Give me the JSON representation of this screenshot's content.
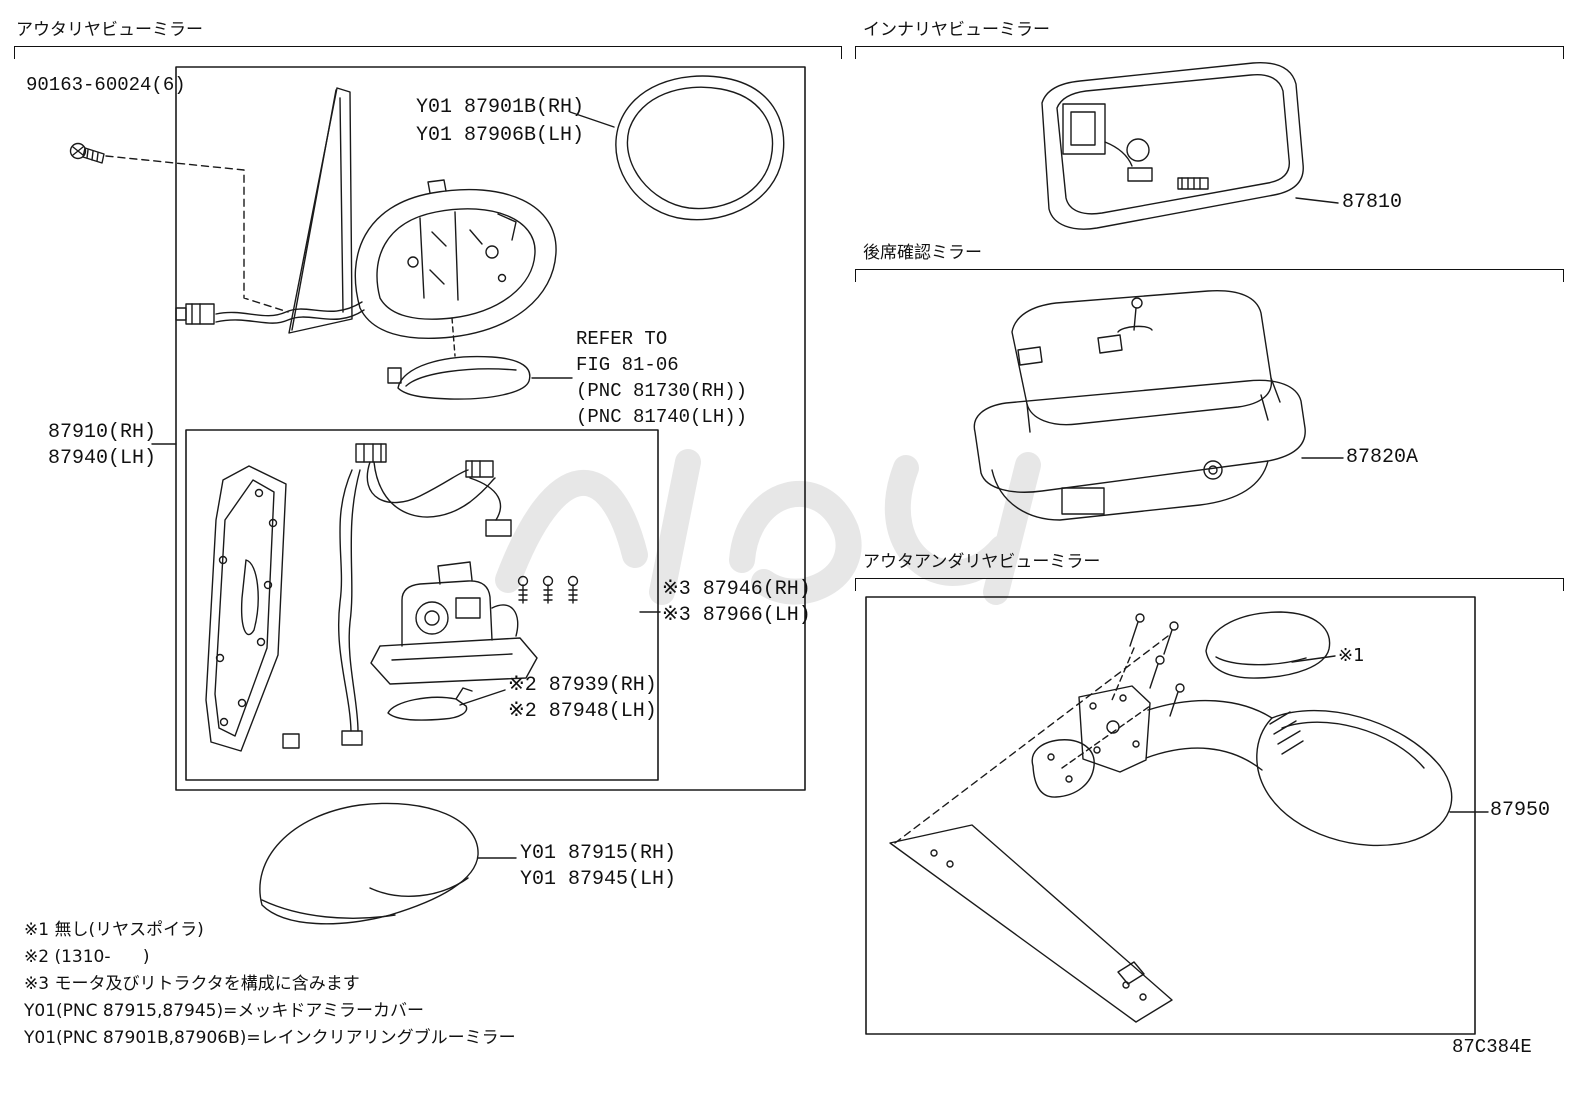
{
  "doc_code": "87C384E",
  "outer": {
    "title": "アウタリヤビューミラー",
    "screw": "90163-60024(6)",
    "glass_rh": "Y01 87901B(RH)",
    "glass_lh": "Y01 87906B(LH)",
    "refer_l1": "REFER TO",
    "refer_l2": "FIG 81-06",
    "refer_l3": "(PNC 81730(RH))",
    "refer_l4": "(PNC 81740(LH))",
    "assy_rh": "87910(RH)",
    "assy_lh": "87940(LH)",
    "retract_rh": "※3 87946(RH)",
    "retract_lh": "※3 87966(LH)",
    "lamp_rh": "※2 87939(RH)",
    "lamp_lh": "※2 87948(LH)",
    "cover_rh": "Y01 87915(RH)",
    "cover_lh": "Y01 87945(LH)"
  },
  "inner": {
    "title": "インナリヤビューミラー",
    "part": "87810"
  },
  "rearseat": {
    "title": "後席確認ミラー",
    "part": "87820A"
  },
  "under": {
    "title": "アウタアンダリヤビューミラー",
    "mark": "※1",
    "part": "87950"
  },
  "notes": [
    "※1 無し(リヤスポイラ)",
    "※2 (1310-      )",
    "※3 モータ及びリトラクタを構成に含みます",
    "Y01(PNC 87915,87945)=メッキドアミラーカバー",
    "Y01(PNC 87901B,87906B)=レインクリアリングブルーミラー"
  ]
}
